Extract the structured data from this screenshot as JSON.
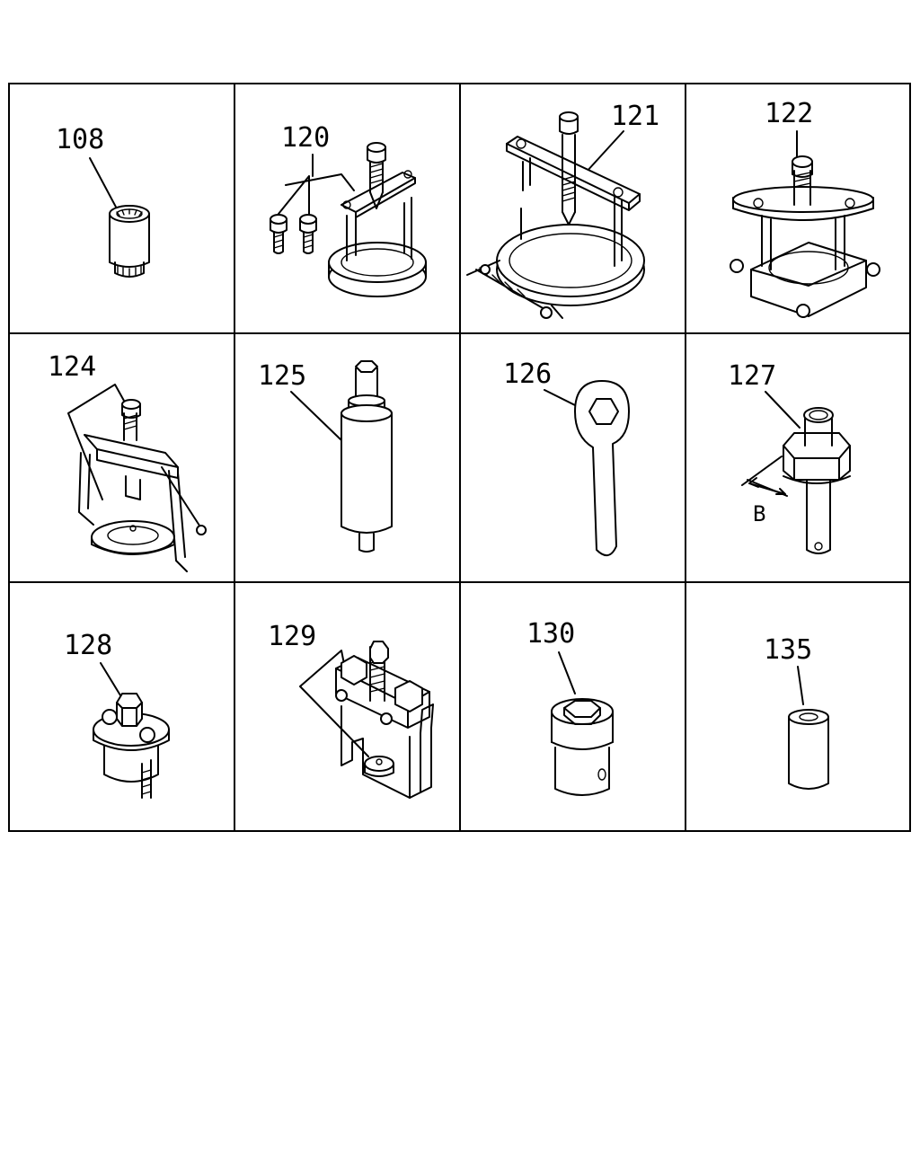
{
  "cells": [
    {
      "label": "108"
    },
    {
      "label": "120"
    },
    {
      "label": "121"
    },
    {
      "label": "122"
    },
    {
      "label": "124"
    },
    {
      "label": "125"
    },
    {
      "label": "126"
    },
    {
      "label": "127",
      "dimension": "B"
    },
    {
      "label": "128"
    },
    {
      "label": "129"
    },
    {
      "label": "130"
    },
    {
      "label": "135"
    }
  ]
}
